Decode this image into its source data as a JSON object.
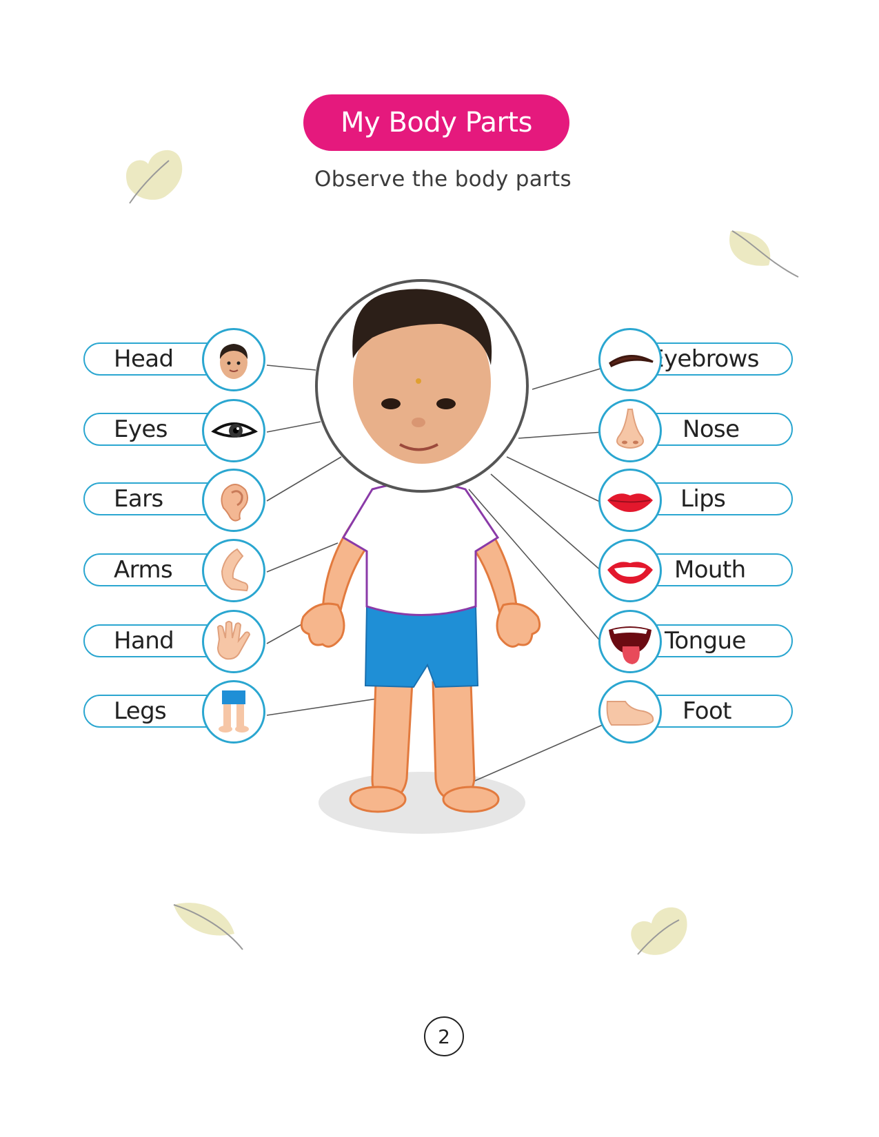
{
  "header": {
    "title": "My Body Parts",
    "subtitle": "Observe the body parts"
  },
  "left_labels": [
    {
      "label": "Head",
      "icon": "head-icon"
    },
    {
      "label": "Eyes",
      "icon": "eye-icon"
    },
    {
      "label": "Ears",
      "icon": "ear-icon"
    },
    {
      "label": "Arms",
      "icon": "arm-icon"
    },
    {
      "label": "Hand",
      "icon": "hand-icon"
    },
    {
      "label": "Legs",
      "icon": "legs-icon"
    }
  ],
  "right_labels": [
    {
      "label": "Eyebrows",
      "icon": "eyebrow-icon"
    },
    {
      "label": "Nose",
      "icon": "nose-icon"
    },
    {
      "label": "Lips",
      "icon": "lips-icon"
    },
    {
      "label": "Mouth",
      "icon": "mouth-icon"
    },
    {
      "label": "Tongue",
      "icon": "tongue-icon"
    },
    {
      "label": "Foot",
      "icon": "foot-icon"
    }
  ],
  "page": {
    "number": "2"
  },
  "colors": {
    "title_bg": "#e5197d",
    "label_border": "#2aa6d0",
    "leaf": "#ece9c2"
  }
}
